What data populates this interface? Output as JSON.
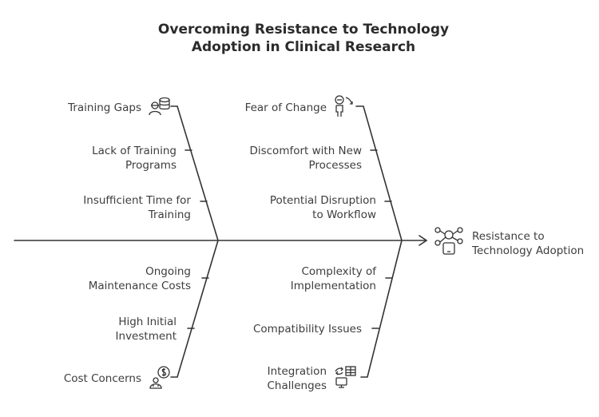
{
  "title": {
    "line1": "Overcoming Resistance to Technology",
    "line2": "Adoption in Clinical Research"
  },
  "effect": {
    "line1": "Resistance to",
    "line2": "Technology Adoption",
    "icon": "network-device-icon"
  },
  "categories": {
    "training": {
      "label": "Training Gaps",
      "icon": "person-with-database-icon"
    },
    "change": {
      "label": "Fear of Change",
      "icon": "worried-person-icon"
    },
    "cost": {
      "label": "Cost Concerns",
      "icon": "money-bag-person-icon"
    },
    "integration": {
      "label": "Integration",
      "label2": "Challenges",
      "icon": "sync-computer-icon"
    }
  },
  "causes": {
    "lack_training_1": "Lack of Training",
    "lack_training_2": "Programs",
    "insufficient_time_1": "Insufficient Time for",
    "insufficient_time_2": "Training",
    "discomfort_1": "Discomfort with New",
    "discomfort_2": "Processes",
    "disruption_1": "Potential Disruption",
    "disruption_2": "to Workflow",
    "maintenance_1": "Ongoing",
    "maintenance_2": "Maintenance Costs",
    "investment_1": "High Initial",
    "investment_2": "Investment",
    "complexity_1": "Complexity of",
    "complexity_2": "Implementation",
    "compatibility": "Compatibility Issues"
  }
}
